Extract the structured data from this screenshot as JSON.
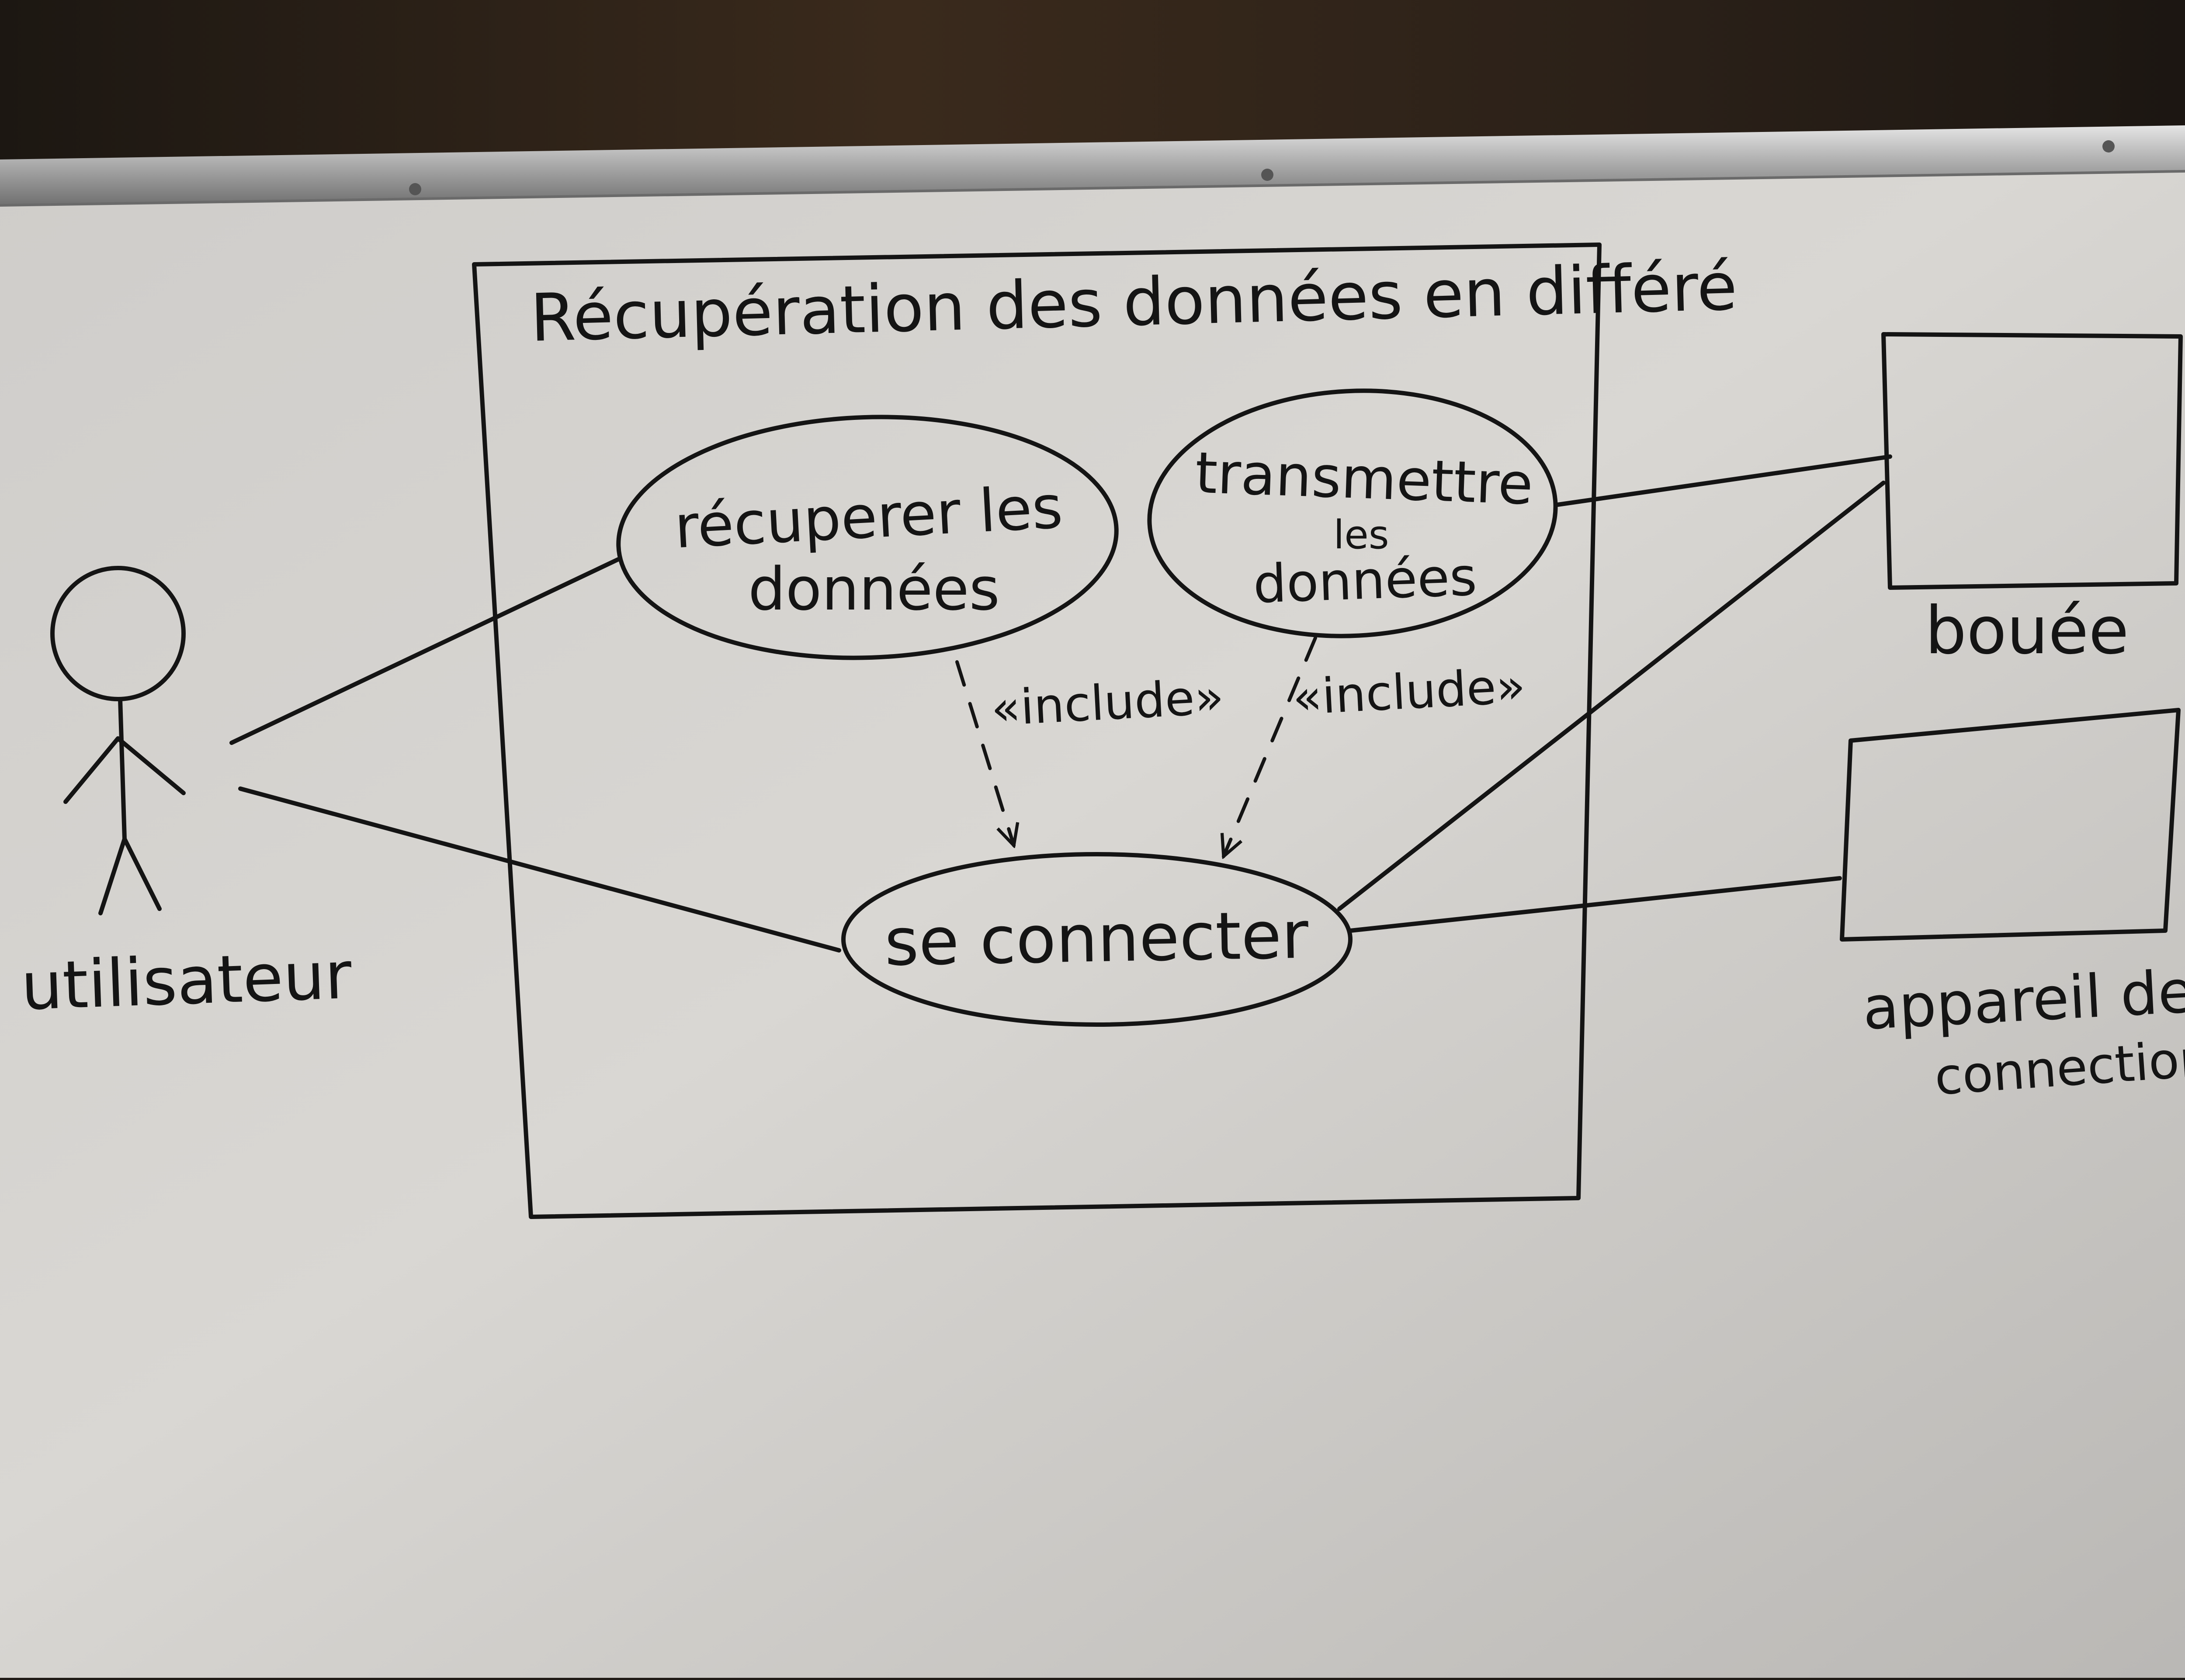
{
  "diagram": {
    "system_title": "Récupération des données en différé",
    "actors": {
      "user": "utilisateur",
      "buoy": "bouée",
      "device_line1": "appareil de",
      "device_line2": "connection"
    },
    "use_cases": {
      "retrieve_line1": "récuperer les",
      "retrieve_line2": "données",
      "transmit_line1": "transmettre",
      "transmit_line2": "les",
      "transmit_line3": "données",
      "connect": "se connecter"
    },
    "relations": {
      "include_left": "«include»",
      "include_right": "«include»"
    }
  }
}
